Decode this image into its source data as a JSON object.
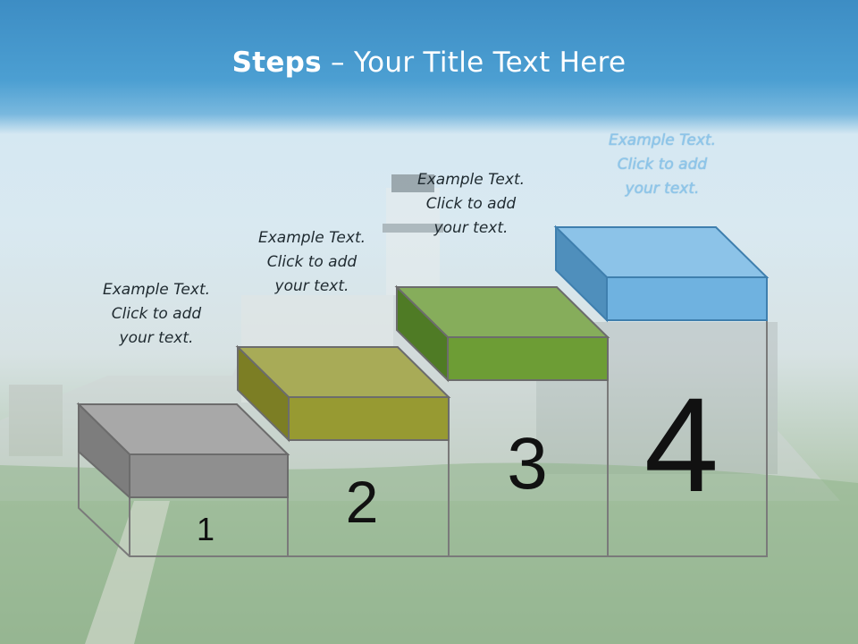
{
  "slide": {
    "title_bold": "Steps",
    "title_rest": " – Your Title Text Here"
  },
  "steps": [
    {
      "number": "1",
      "caption": "Example Text.\nClick  to add\nyour text.",
      "color": "#8f8f8f"
    },
    {
      "number": "2",
      "caption": "Example Text.\nClick  to add\nyour text.",
      "color": "#979a32"
    },
    {
      "number": "3",
      "caption": "Example Text.\nClick  to add\nyour text.",
      "color": "#6d9d35"
    },
    {
      "number": "4",
      "caption": "Example Text.\nClick  to add\nyour text.",
      "color": "#6fb2e0"
    }
  ]
}
